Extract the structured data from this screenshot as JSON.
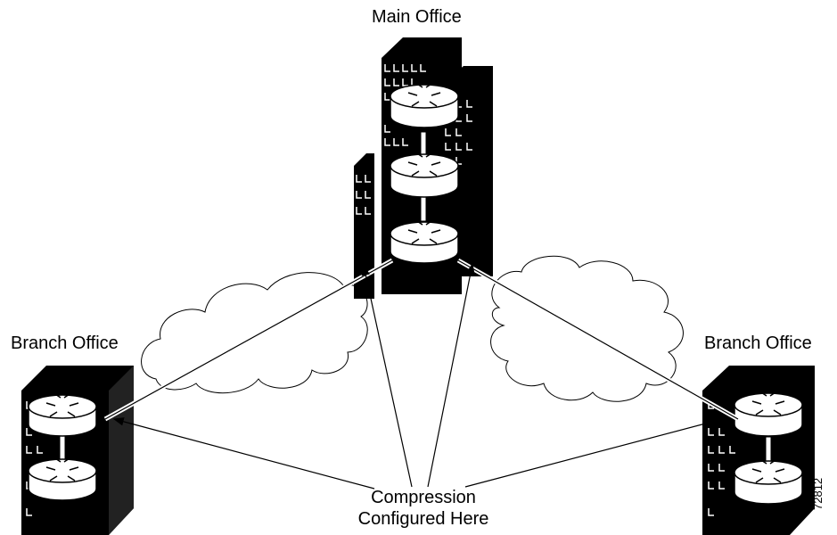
{
  "labels": {
    "main_office": "Main Office",
    "branch_left": "Branch Office",
    "branch_right": "Branch Office",
    "compression_line1": "Compression",
    "compression_line2": "Configured Here",
    "figure_id": "72812"
  },
  "colors": {
    "building": "#000000",
    "router": "#ffffff",
    "cloud": "#ffffff",
    "line": "#000000"
  },
  "icons": [
    "building-icon",
    "router-icon",
    "wan-cloud-icon"
  ]
}
